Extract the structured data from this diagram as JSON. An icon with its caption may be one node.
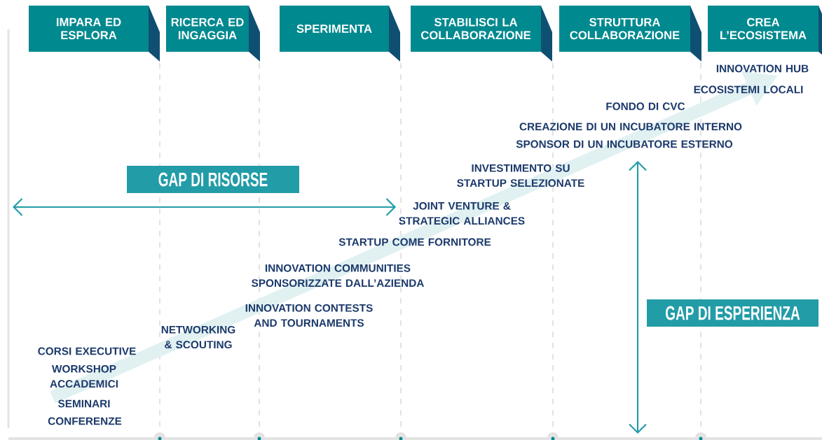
{
  "diagram": {
    "nodes": [
      {
        "text": [
          "IMPARA ED ESPLORA"
        ]
      },
      {
        "text": [
          "RICERCA ED INGAGGIA"
        ]
      },
      {
        "text": [
          "SPERIMENTA"
        ]
      },
      {
        "text": [
          "STABILISCI LA COLLABORAZIONE"
        ]
      },
      {
        "text": [
          "STRUTTURA COLLABORAZIONE"
        ]
      },
      {
        "text": [
          "CREA L’ECOSISTEMA"
        ]
      },
      {
        "text": [
          "GAP DI RISORSE"
        ]
      },
      {
        "text": [
          "GAP DI ESPERIENZA"
        ]
      }
    ],
    "labels": [
      "INNOVATION HUB",
      "ECOSISTEMI LOCALI",
      "FONDO DI CVC",
      "CREAZIONE DI UN INCUBATORE INTERNO",
      "SPONSOR DI UN INCUBATORE ESTERNO",
      "INVESTIMENTO SU STARTUP SELEZIONATE",
      "JOINT VENTURE & STRATEGIC ALLIANCES",
      "STARTUP COME FORNITORE",
      "INNOVATION COMMUNITIES SPONSORIZZATE DALL’AZIENDA",
      "INNOVATION CONTESTS AND TOURNAMENTS",
      "NETWORKING & SCOUTING",
      "CORSI EXECUTIVE",
      "WORKSHOP ACCADEMICI",
      "SEMINARI",
      "CONFERENZE"
    ]
  }
}
